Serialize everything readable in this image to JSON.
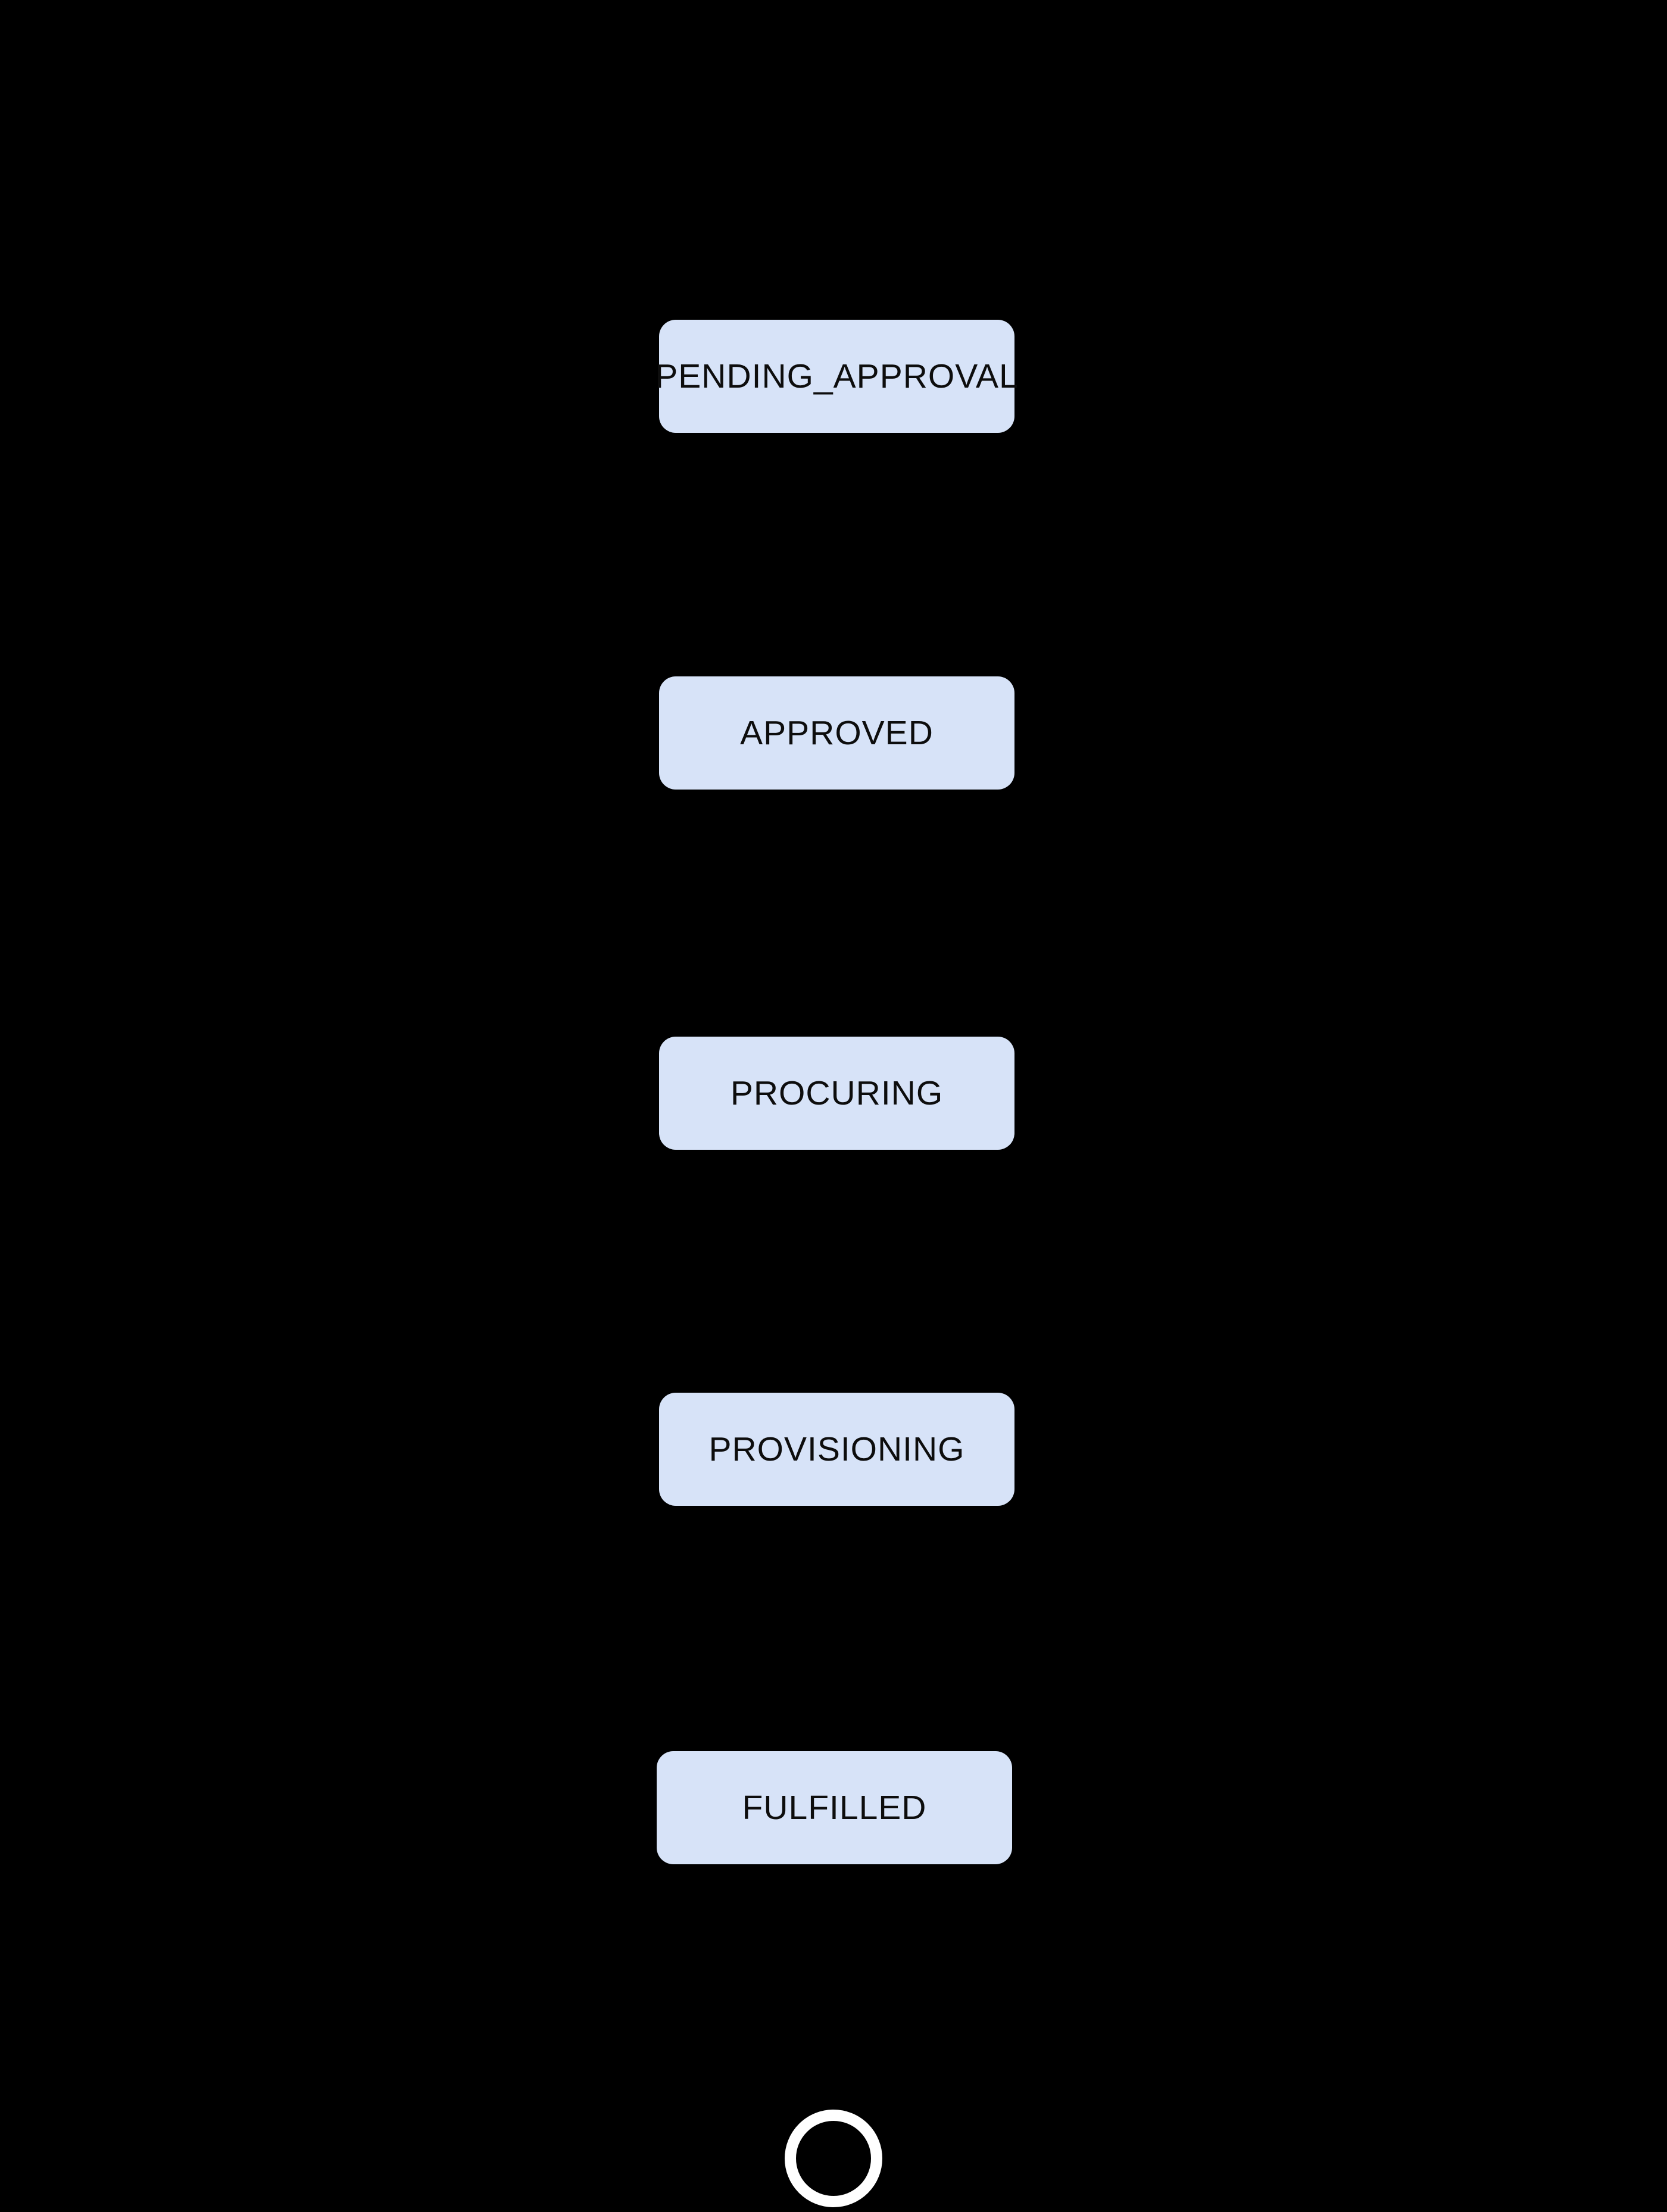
{
  "diagram": {
    "type": "state-flow",
    "states": [
      {
        "label": "PENDING_APPROVAL"
      },
      {
        "label": "APPROVED"
      },
      {
        "label": "PROCURING"
      },
      {
        "label": "PROVISIONING"
      },
      {
        "label": "FULFILLED"
      }
    ],
    "end_node": {
      "shape": "ring"
    }
  },
  "colors": {
    "canvas_bg": "#000000",
    "node_fill": "#d7e3f8",
    "node_text": "#0d0d0d",
    "final_ring": "#ffffff"
  }
}
